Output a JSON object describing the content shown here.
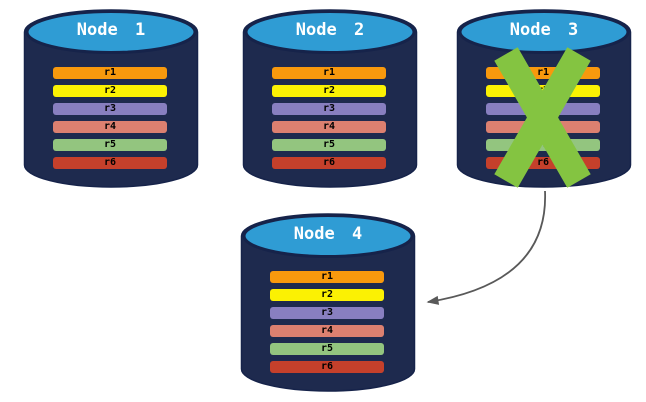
{
  "diagram": {
    "type": "database-replication-failover",
    "nodes": [
      {
        "id": "node-1",
        "label": "Node 1",
        "failed": false
      },
      {
        "id": "node-2",
        "label": "Node 2",
        "failed": false
      },
      {
        "id": "node-3",
        "label": "Node 3",
        "failed": true
      },
      {
        "id": "node-4",
        "label": "Node 4",
        "failed": false
      }
    ],
    "replicas": [
      {
        "label": "r1",
        "color": "#F8990D"
      },
      {
        "label": "r2",
        "color": "#FBF103"
      },
      {
        "label": "r3",
        "color": "#887FC0"
      },
      {
        "label": "r4",
        "color": "#DC8070"
      },
      {
        "label": "r5",
        "color": "#93C57F"
      },
      {
        "label": "r6",
        "color": "#C5402B"
      }
    ],
    "arrow": {
      "from": "node-3",
      "to": "node-4"
    },
    "icons": {
      "node_shape": "database-cylinder-icon",
      "failed_overlay": "x-icon",
      "connector": "curved-arrow-icon"
    },
    "colors": {
      "background": "#FFFFFF",
      "cylinder_body": "#1E2A4E",
      "cylinder_top": "#2F9CD4",
      "cylinder_outline": "#16234A",
      "node_label_text": "#FFFFFF",
      "replica_label_text": "#000000",
      "failure_x": "#84C441",
      "arrow": "#595959"
    }
  }
}
